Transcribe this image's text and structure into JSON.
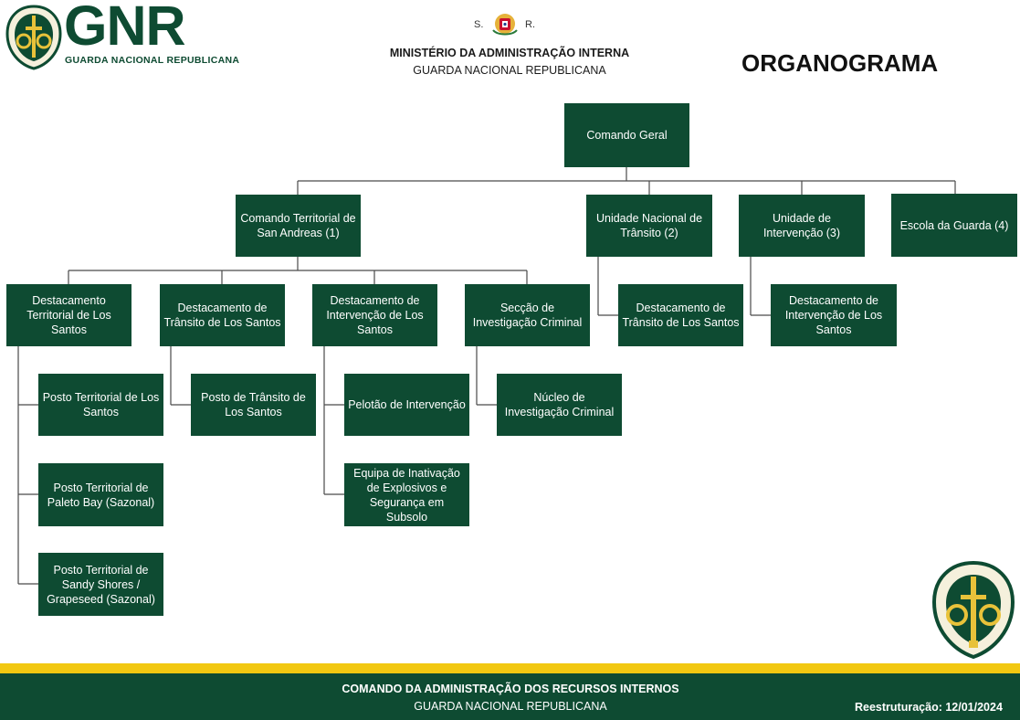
{
  "header": {
    "logo_text": "GNR",
    "logo_subtitle": "GUARDA NACIONAL REPUBLICANA",
    "sr_left": "S.",
    "sr_right": "R.",
    "ministry": "MINISTÉRIO DA ADMINISTRAÇÃO INTERNA",
    "guarda": "GUARDA NACIONAL REPUBLICANA",
    "title": "ORGANOGRAMA"
  },
  "org": {
    "comando_geral": "Comando Geral",
    "comando_territorial": "Comando Territorial de San Andreas (1)",
    "unidade_transito": "Unidade Nacional de Trânsito (2)",
    "unidade_intervencao": "Unidade de Intervenção (3)",
    "escola": "Escola da Guarda (4)",
    "dest_territorial": "Destacamento Territorial de Los Santos",
    "dest_transito": "Destacamento de Trânsito de Los Santos",
    "dest_intervencao": "Destacamento de Intervenção de Los Santos",
    "seccao_investigacao": "Secção de Investigação Criminal",
    "unt_dest_transito": "Destacamento de Trânsito de Los Santos",
    "ui_dest_intervencao": "Destacamento de Intervenção de Los Santos",
    "posto_territorial_ls": "Posto Territorial de Los Santos",
    "posto_transito_ls": "Posto de Trânsito de Los Santos",
    "pelotao": "Pelotão de Intervenção",
    "nucleo": "Núcleo de Investigação Criminal",
    "posto_paleto": "Posto Territorial de Paleto Bay (Sazonal)",
    "equipa_explosivos": "Equipa de Inativação de Explosivos e Segurança em Subsolo",
    "posto_sandy": "Posto Territorial de Sandy Shores / Grapeseed (Sazonal)"
  },
  "footer": {
    "line1": "COMANDO DA ADMINISTRAÇÃO DOS RECURSOS INTERNOS",
    "line2": "GUARDA NACIONAL REPUBLICANA",
    "restructure": "Reestruturação: 12/01/2024"
  },
  "colors": {
    "box_green": "#0e4b32",
    "footer_yellow": "#f2c811",
    "line_color": "#4a4a4a"
  }
}
